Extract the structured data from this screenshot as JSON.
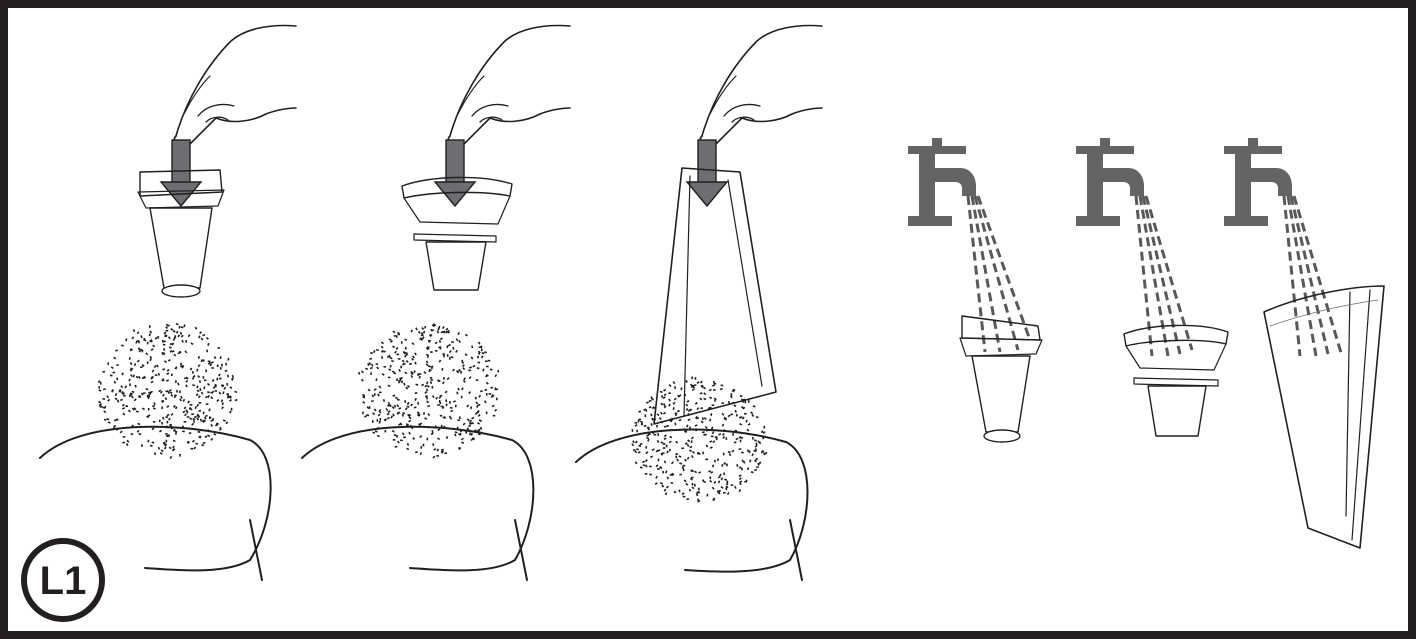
{
  "figure": {
    "step_label": "L1",
    "panels": [
      {
        "name": "empty-cone-filter",
        "icon": "hand-press-icon"
      },
      {
        "name": "empty-mesh-filter",
        "icon": "hand-press-icon"
      },
      {
        "name": "empty-dust-container",
        "icon": "hand-press-icon"
      },
      {
        "name": "rinse-cone-filter",
        "icon": "tap-icon"
      },
      {
        "name": "rinse-mesh-filter",
        "icon": "tap-icon"
      },
      {
        "name": "rinse-dust-container",
        "icon": "tap-icon"
      }
    ],
    "colors": {
      "frame": "#231f20",
      "arrow": "#6d6e71",
      "tap": "#636466",
      "water": "#58595b"
    }
  }
}
